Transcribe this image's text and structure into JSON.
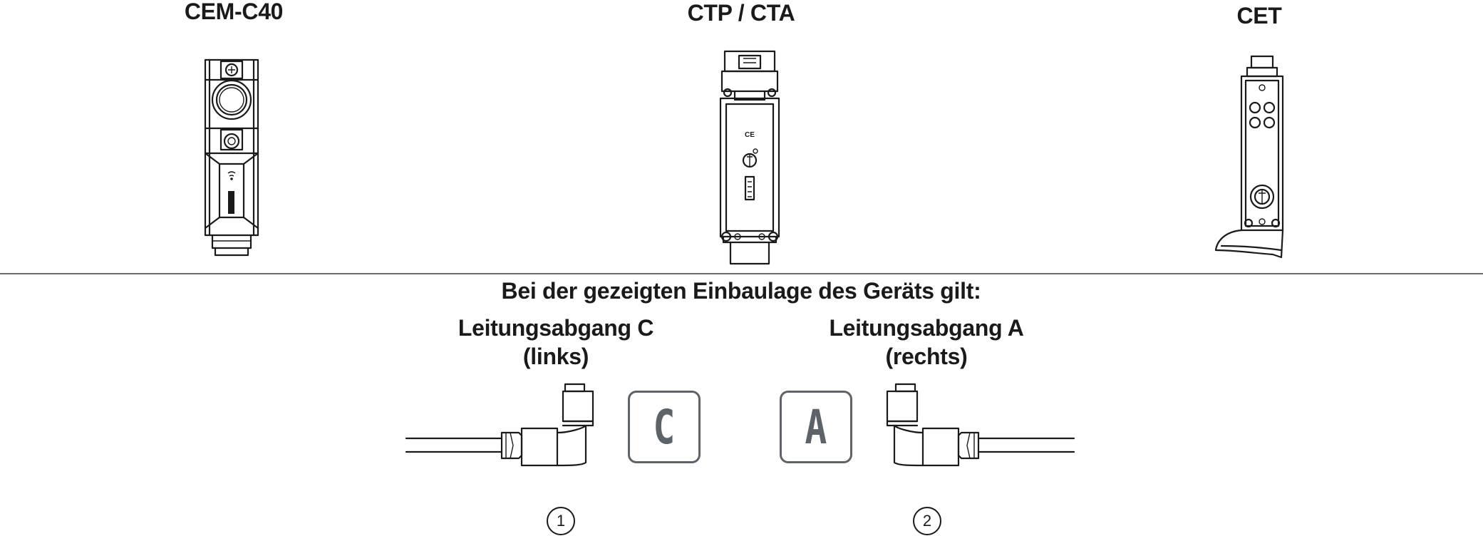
{
  "devices": [
    {
      "title": "CEM-C40"
    },
    {
      "title": "CTP / CTA"
    },
    {
      "title": "CET"
    }
  ],
  "mounting_note": "Bei der gezeigten Einbaulage des Geräts gilt:",
  "outlets": [
    {
      "line1": "Leitungsabgang C",
      "line2": "(links)",
      "badge": "C",
      "number": "1"
    },
    {
      "line1": "Leitungsabgang A",
      "line2": "(rechts)",
      "badge": "A",
      "number": "2"
    }
  ],
  "badge_color": "#5d6368"
}
